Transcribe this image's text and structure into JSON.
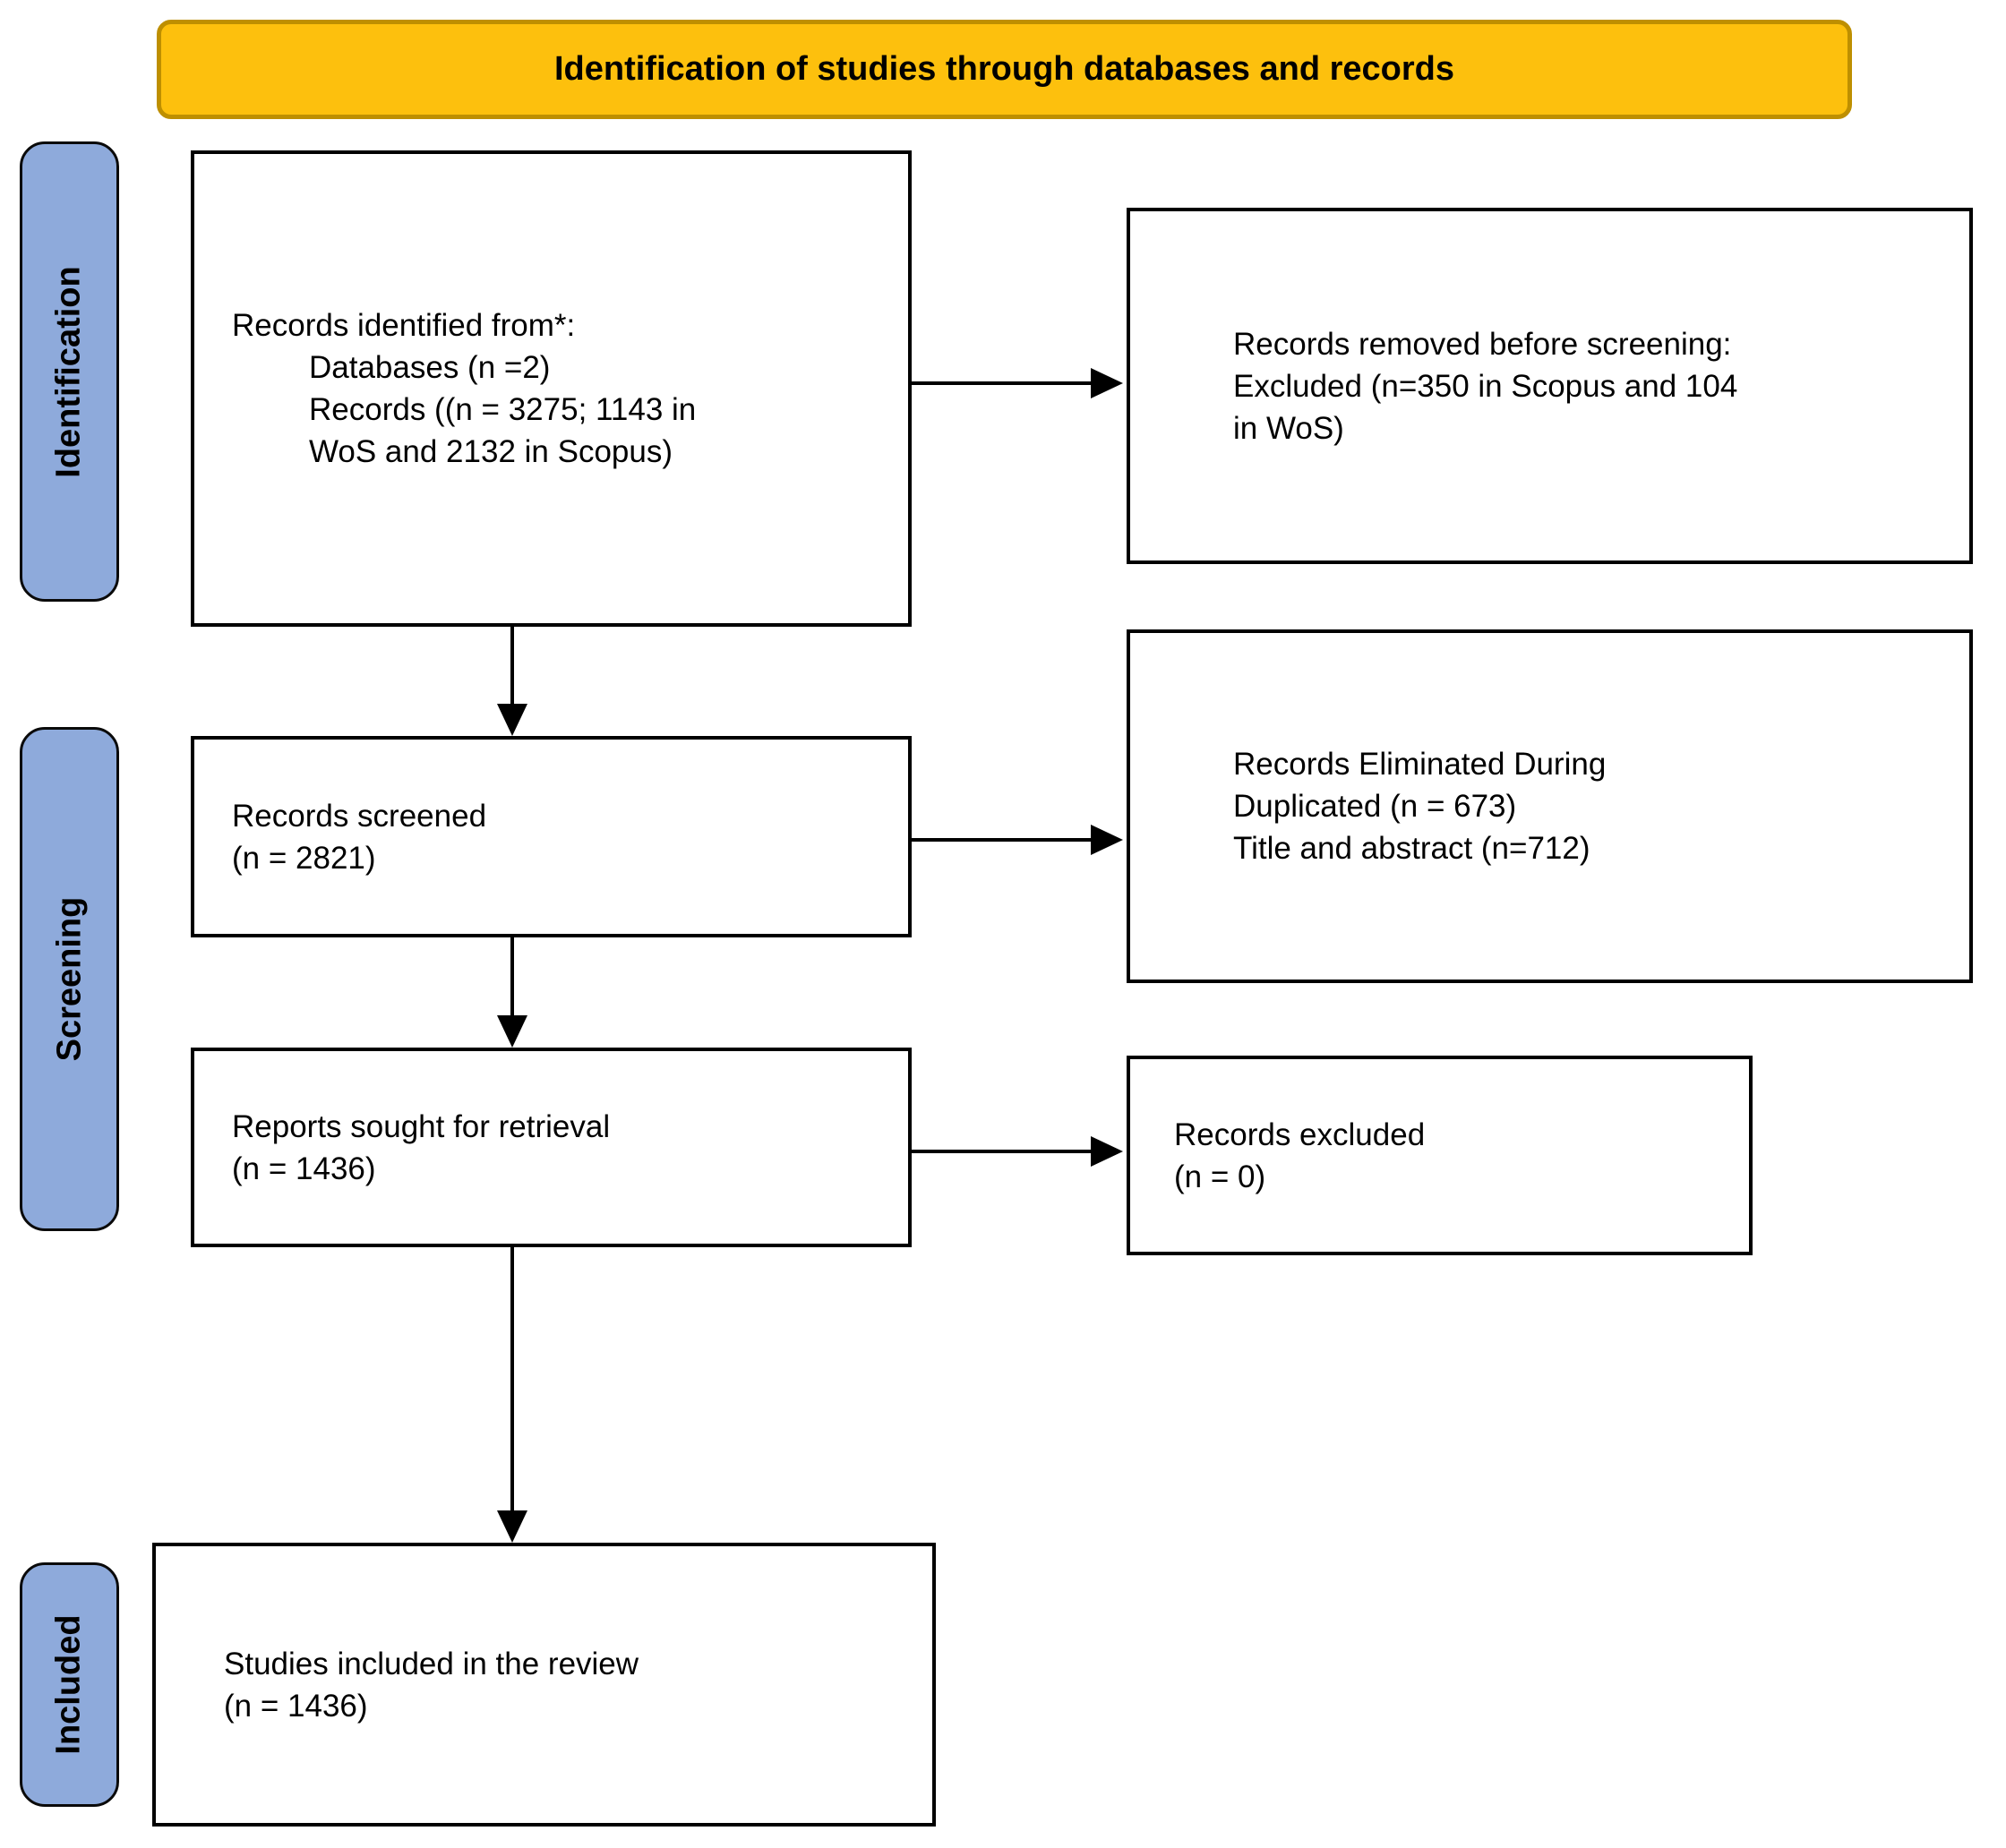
{
  "banner": {
    "title": "Identification of studies through databases and records"
  },
  "stages": {
    "identification": "Identification",
    "screening": "Screening",
    "included": "Included"
  },
  "boxes": {
    "records_identified": {
      "line1": "Records identified from*:",
      "line2": "Databases (n =2)",
      "line3": "Records ((n = 3275; 1143 in",
      "line4": "WoS and 2132 in Scopus)"
    },
    "records_removed": {
      "line1": "Records removed before screening:",
      "line2": "Excluded (n=350 in Scopus and 104",
      "line3": "in WoS)"
    },
    "records_screened": {
      "line1": "Records screened",
      "line2": "(n = 2821)"
    },
    "records_eliminated": {
      "line1": "Records Eliminated During",
      "line2": "Duplicated (n = 673)",
      "line3": "Title and abstract (n=712)"
    },
    "reports_sought": {
      "line1": "Reports sought for retrieval",
      "line2": "(n = 1436)"
    },
    "records_excluded": {
      "line1": "Records excluded",
      "line2": "(n = 0)"
    },
    "studies_included": {
      "line1": "Studies included in the review",
      "line2": "(n = 1436)"
    }
  },
  "colors": {
    "banner_fill": "#FDC00D",
    "banner_border": "#BE8F00",
    "stage_fill": "#8EAADB",
    "stage_border": "#0A0A0A",
    "box_border": "#000000",
    "arrow": "#000000",
    "text": "#000000"
  }
}
